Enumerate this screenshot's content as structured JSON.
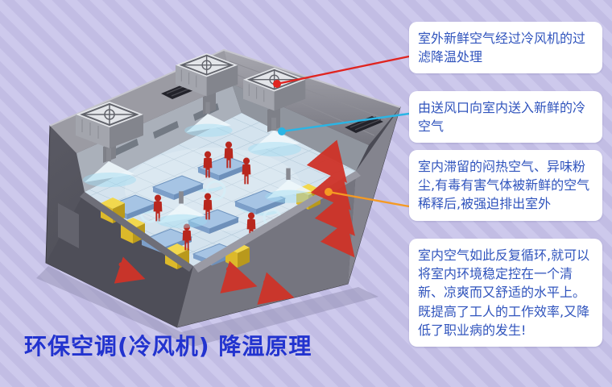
{
  "title": "环保空调(冷风机) 降温原理",
  "callouts": [
    {
      "id": "fresh-air-filter",
      "text": "室外新鲜空气经过冷风机的过滤降温处理"
    },
    {
      "id": "supply-air",
      "text": "由送风口向室内送入新鲜的冷空气"
    },
    {
      "id": "exhaust",
      "text": "室内滞留的闷热空气、异味粉尘,有毒有害气体被新鲜的空气稀释后,被强迫排出室外"
    },
    {
      "id": "circulation",
      "text": "室内空气如此反复循环,就可以将室内环境稳定控在一个清新、凉爽而又舒适的水平上。既提高了工人的工作效率,又降低了职业病的发生!"
    }
  ],
  "colors": {
    "background": "#c8c3e8",
    "callout_bg": "#ffffff",
    "callout_text": "#3054bd",
    "title_blue": "#2233cf",
    "connector_red": "#e02420",
    "connector_cyan": "#2ab5e5",
    "connector_orange": "#f59a23",
    "exhaust_arrow_red": "#cf3328",
    "cool_air_cyan": "#9fdcf2"
  }
}
